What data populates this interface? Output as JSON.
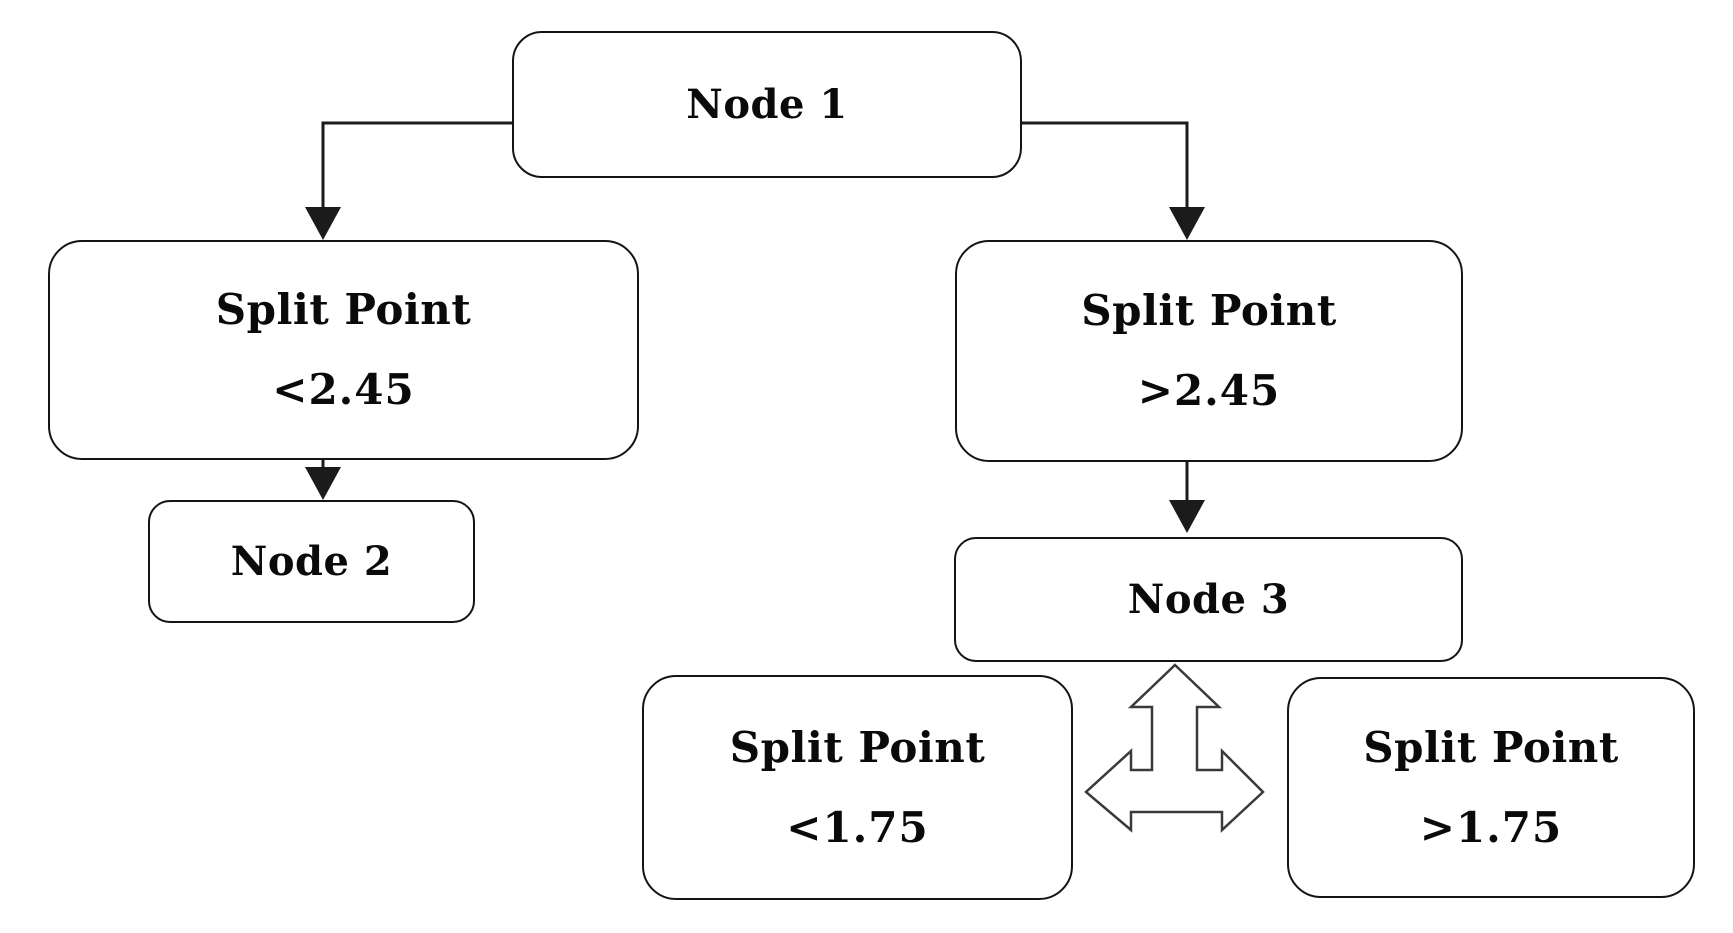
{
  "figure": {
    "type": "decision-tree-diagram",
    "background": "#ffffff",
    "line_color": "#1b1b1b",
    "text_color": "#0a0a0a",
    "nodes": {
      "node1": {
        "label": "Node 1"
      },
      "splitLeft": {
        "title": "Split Point",
        "value": "<2.45"
      },
      "splitRight": {
        "title": "Split Point",
        "value": ">2.45"
      },
      "node2": {
        "label": "Node 2"
      },
      "node3": {
        "label": "Node 3"
      },
      "splitLowerLeft": {
        "title": "Split Point",
        "value": "<1.75"
      },
      "splitLowerRight": {
        "title": "Split Point",
        "value": ">1.75"
      }
    },
    "edges": [
      {
        "from": "node1",
        "to": "splitLeft",
        "style": "elbow-solid-arrow"
      },
      {
        "from": "node1",
        "to": "splitRight",
        "style": "elbow-solid-arrow"
      },
      {
        "from": "splitLeft",
        "to": "node2",
        "style": "solid-arrow"
      },
      {
        "from": "splitRight",
        "to": "node3",
        "style": "solid-arrow"
      },
      {
        "from": "node3",
        "to": "splitLowerLeft",
        "style": "three-way-outline-arrow"
      },
      {
        "from": "node3",
        "to": "splitLowerRight",
        "style": "three-way-outline-arrow"
      }
    ]
  }
}
